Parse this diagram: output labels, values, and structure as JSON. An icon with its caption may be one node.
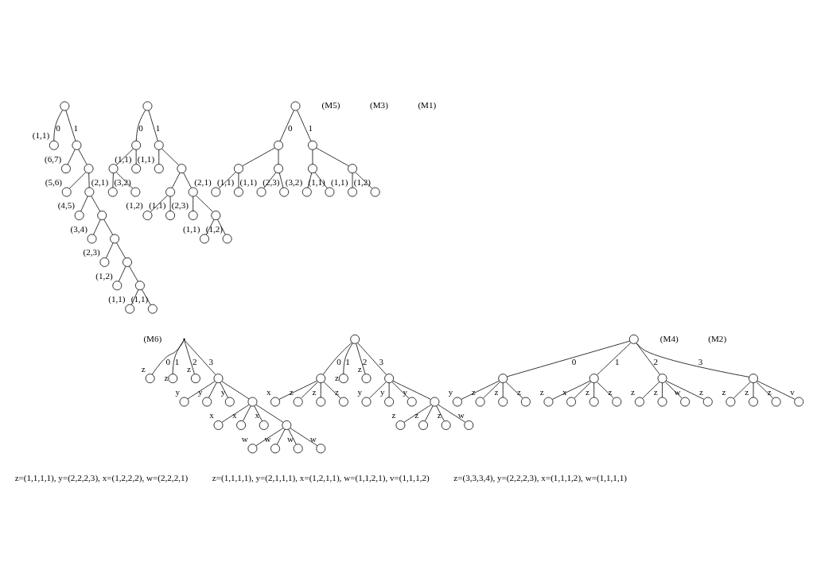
{
  "diagram": {
    "nodes": [
      {
        "text": [],
        "shape": "circle"
      },
      {
        "text": [],
        "shape": "circle",
        "beside": [
          "(1,1)"
        ]
      },
      {
        "text": [],
        "shape": "circle"
      },
      {
        "text": [],
        "shape": "circle",
        "beside": [
          "(6,7)"
        ]
      },
      {
        "text": [],
        "shape": "circle"
      },
      {
        "text": [],
        "shape": "circle",
        "beside": [
          "(5,6)"
        ]
      },
      {
        "text": [],
        "shape": "circle"
      },
      {
        "text": [],
        "shape": "circle",
        "beside": [
          "(4,5)"
        ]
      },
      {
        "text": [],
        "shape": "circle"
      },
      {
        "text": [],
        "shape": "circle",
        "beside": [
          "(3,4)"
        ]
      },
      {
        "text": [],
        "shape": "circle"
      },
      {
        "text": [],
        "shape": "circle",
        "beside": [
          "(2,3)"
        ]
      },
      {
        "text": [],
        "shape": "circle"
      },
      {
        "text": [],
        "shape": "circle",
        "beside": [
          "(1,2)"
        ]
      },
      {
        "text": [],
        "shape": "circle"
      },
      {
        "text": [],
        "shape": "circle",
        "beside": [
          "(1,1)"
        ]
      },
      {
        "text": [],
        "shape": "circle",
        "beside": [
          "(1,1)"
        ]
      },
      {
        "text": [],
        "shape": "circle"
      },
      {
        "text": [],
        "shape": "circle"
      },
      {
        "text": [],
        "shape": "circle"
      },
      {
        "text": [],
        "shape": "circle"
      },
      {
        "text": [],
        "shape": "circle",
        "beside": [
          "(1,1)"
        ]
      },
      {
        "text": [],
        "shape": "circle",
        "beside": [
          "(1,1)"
        ]
      },
      {
        "text": [],
        "shape": "circle"
      },
      {
        "text": [],
        "shape": "circle",
        "beside": [
          "(2,1)"
        ]
      },
      {
        "text": [],
        "shape": "circle",
        "beside": [
          "(3,2)"
        ]
      },
      {
        "text": [],
        "shape": "circle"
      },
      {
        "text": [],
        "shape": "circle"
      },
      {
        "text": [],
        "shape": "circle",
        "beside": [
          "(1,2)"
        ]
      },
      {
        "text": [],
        "shape": "circle",
        "beside": [
          "(1,1)"
        ]
      },
      {
        "text": [],
        "shape": "circle",
        "beside": [
          "(2,3)"
        ]
      },
      {
        "text": [],
        "shape": "circle"
      },
      {
        "text": [],
        "shape": "circle",
        "beside": [
          "(1,1)"
        ]
      },
      {
        "text": [],
        "shape": "circle",
        "beside": [
          "(1,2)"
        ]
      },
      {
        "text": [],
        "shape": "circle"
      },
      {
        "text": [],
        "shape": "circle"
      },
      {
        "text": [],
        "shape": "circle"
      },
      {
        "text": [],
        "shape": "circle"
      },
      {
        "text": [],
        "shape": "circle"
      },
      {
        "text": [],
        "shape": "circle"
      },
      {
        "text": [],
        "shape": "circle"
      },
      {
        "text": [],
        "shape": "circle",
        "beside": [
          "(2,1)"
        ]
      },
      {
        "text": [],
        "shape": "circle",
        "beside": [
          "(1,1)"
        ]
      },
      {
        "text": [],
        "shape": "circle",
        "beside": [
          "(1,1)"
        ]
      },
      {
        "text": [],
        "shape": "circle",
        "beside": [
          "(2,3)"
        ]
      },
      {
        "text": [],
        "shape": "circle",
        "beside": [
          "(3,2)"
        ]
      },
      {
        "text": [],
        "shape": "circle",
        "beside": [
          "(1,1)"
        ]
      },
      {
        "text": [],
        "shape": "circle",
        "beside": [
          "(1,1)"
        ]
      },
      {
        "text": [],
        "shape": "circle",
        "beside": [
          "(1,2)"
        ]
      },
      {
        "text": [],
        "shape": "point"
      },
      {
        "text": [],
        "shape": "circle",
        "beside": [
          "z"
        ]
      },
      {
        "text": [],
        "shape": "circle",
        "beside": [
          "z"
        ]
      },
      {
        "text": [],
        "shape": "circle",
        "beside": [
          "z"
        ]
      },
      {
        "text": [],
        "shape": "circle"
      },
      {
        "text": [],
        "shape": "circle",
        "beside": [
          "y"
        ]
      },
      {
        "text": [],
        "shape": "circle",
        "beside": [
          "y"
        ]
      },
      {
        "text": [],
        "shape": "circle",
        "beside": [
          "y"
        ]
      },
      {
        "text": [],
        "shape": "circle"
      },
      {
        "text": [],
        "shape": "circle",
        "beside": [
          "x"
        ]
      },
      {
        "text": [],
        "shape": "circle",
        "beside": [
          "x"
        ]
      },
      {
        "text": [],
        "shape": "circle",
        "beside": [
          "x"
        ]
      },
      {
        "text": [],
        "shape": "circle"
      },
      {
        "text": [],
        "shape": "circle",
        "beside": [
          "w"
        ]
      },
      {
        "text": [],
        "shape": "circle",
        "beside": [
          "w"
        ]
      },
      {
        "text": [],
        "shape": "circle",
        "beside": [
          "w"
        ]
      },
      {
        "text": [],
        "shape": "circle",
        "beside": [
          "w"
        ]
      },
      {
        "text": [],
        "shape": "circle"
      },
      {
        "text": [],
        "shape": "circle"
      },
      {
        "text": [],
        "shape": "circle",
        "beside": [
          "z"
        ]
      },
      {
        "text": [],
        "shape": "circle",
        "beside": [
          "z"
        ]
      },
      {
        "text": [],
        "shape": "circle"
      },
      {
        "text": [],
        "shape": "circle",
        "beside": [
          "x"
        ]
      },
      {
        "text": [],
        "shape": "circle",
        "beside": [
          "z"
        ]
      },
      {
        "text": [],
        "shape": "circle",
        "beside": [
          "z"
        ]
      },
      {
        "text": [],
        "shape": "circle",
        "beside": [
          "z"
        ]
      },
      {
        "text": [],
        "shape": "circle",
        "beside": [
          "y"
        ]
      },
      {
        "text": [],
        "shape": "circle",
        "beside": [
          "y"
        ]
      },
      {
        "text": [],
        "shape": "circle",
        "beside": [
          "y"
        ]
      },
      {
        "text": [],
        "shape": "circle"
      },
      {
        "text": [],
        "shape": "circle",
        "beside": [
          "z"
        ]
      },
      {
        "text": [],
        "shape": "circle",
        "beside": [
          "z"
        ]
      },
      {
        "text": [],
        "shape": "circle",
        "beside": [
          "z"
        ]
      },
      {
        "text": [],
        "shape": "circle",
        "beside": [
          "w"
        ]
      },
      {
        "text": [],
        "shape": "circle"
      },
      {
        "text": [],
        "shape": "circle"
      },
      {
        "text": [],
        "shape": "circle"
      },
      {
        "text": [],
        "shape": "circle"
      },
      {
        "text": [],
        "shape": "circle"
      },
      {
        "text": [],
        "shape": "circle",
        "beside": [
          "y"
        ]
      },
      {
        "text": [],
        "shape": "circle",
        "beside": [
          "z"
        ]
      },
      {
        "text": [],
        "shape": "circle",
        "beside": [
          "z"
        ]
      },
      {
        "text": [],
        "shape": "circle",
        "beside": [
          "z"
        ]
      },
      {
        "text": [],
        "shape": "circle",
        "beside": [
          "z"
        ]
      },
      {
        "text": [],
        "shape": "circle",
        "beside": [
          "x"
        ]
      },
      {
        "text": [],
        "shape": "circle",
        "beside": [
          "z"
        ]
      },
      {
        "text": [],
        "shape": "circle",
        "beside": [
          "z"
        ]
      },
      {
        "text": [],
        "shape": "circle",
        "beside": [
          "z"
        ]
      },
      {
        "text": [],
        "shape": "circle",
        "beside": [
          "z"
        ]
      },
      {
        "text": [],
        "shape": "circle",
        "beside": [
          "w"
        ]
      },
      {
        "text": [],
        "shape": "circle",
        "beside": [
          "z"
        ]
      },
      {
        "text": [],
        "shape": "circle",
        "beside": [
          "z"
        ]
      },
      {
        "text": [],
        "shape": "circle",
        "beside": [
          "z"
        ]
      },
      {
        "text": [],
        "shape": "circle",
        "beside": [
          "z"
        ]
      },
      {
        "text": [],
        "shape": "circle",
        "beside": [
          "v"
        ]
      }
    ],
    "edges": [
      {
        "from": 0,
        "to": 1,
        "arrow": "none",
        "label": "0"
      },
      {
        "from": 0,
        "to": 2,
        "arrow": "none",
        "label": "1"
      },
      {
        "from": 2,
        "to": 3,
        "arrow": "none"
      },
      {
        "from": 2,
        "to": 4,
        "arrow": "none"
      },
      {
        "from": 4,
        "to": 5,
        "arrow": "none"
      },
      {
        "from": 4,
        "to": 6,
        "arrow": "none"
      },
      {
        "from": 6,
        "to": 7,
        "arrow": "none"
      },
      {
        "from": 6,
        "to": 8,
        "arrow": "none"
      },
      {
        "from": 8,
        "to": 9,
        "arrow": "none"
      },
      {
        "from": 8,
        "to": 10,
        "arrow": "none"
      },
      {
        "from": 10,
        "to": 11,
        "arrow": "none"
      },
      {
        "from": 10,
        "to": 12,
        "arrow": "none"
      },
      {
        "from": 12,
        "to": 13,
        "arrow": "none"
      },
      {
        "from": 12,
        "to": 14,
        "arrow": "none"
      },
      {
        "from": 14,
        "to": 15,
        "arrow": "none"
      },
      {
        "from": 14,
        "to": 16,
        "arrow": "none"
      },
      {
        "from": 17,
        "to": 18,
        "arrow": "none",
        "label": "0"
      },
      {
        "from": 17,
        "to": 19,
        "arrow": "none",
        "label": "1"
      },
      {
        "from": 18,
        "to": 20,
        "arrow": "none"
      },
      {
        "from": 18,
        "to": 21,
        "arrow": "none"
      },
      {
        "from": 19,
        "to": 22,
        "arrow": "none"
      },
      {
        "from": 19,
        "to": 23,
        "arrow": "none"
      },
      {
        "from": 20,
        "to": 24,
        "arrow": "none"
      },
      {
        "from": 20,
        "to": 25,
        "arrow": "none"
      },
      {
        "from": 23,
        "to": 26,
        "arrow": "none"
      },
      {
        "from": 23,
        "to": 27,
        "arrow": "none"
      },
      {
        "from": 26,
        "to": 28,
        "arrow": "none"
      },
      {
        "from": 26,
        "to": 29,
        "arrow": "none"
      },
      {
        "from": 27,
        "to": 30,
        "arrow": "none"
      },
      {
        "from": 27,
        "to": 31,
        "arrow": "none"
      },
      {
        "from": 31,
        "to": 32,
        "arrow": "none"
      },
      {
        "from": 31,
        "to": 33,
        "arrow": "none"
      },
      {
        "from": 34,
        "to": 35,
        "arrow": "none",
        "label": "0"
      },
      {
        "from": 34,
        "to": 36,
        "arrow": "none",
        "label": "1"
      },
      {
        "from": 35,
        "to": 37,
        "arrow": "none"
      },
      {
        "from": 35,
        "to": 38,
        "arrow": "none"
      },
      {
        "from": 36,
        "to": 39,
        "arrow": "none"
      },
      {
        "from": 36,
        "to": 40,
        "arrow": "none"
      },
      {
        "from": 37,
        "to": 41,
        "arrow": "none"
      },
      {
        "from": 37,
        "to": 42,
        "arrow": "none"
      },
      {
        "from": 38,
        "to": 43,
        "arrow": "none"
      },
      {
        "from": 38,
        "to": 44,
        "arrow": "none"
      },
      {
        "from": 39,
        "to": 45,
        "arrow": "none"
      },
      {
        "from": 39,
        "to": 46,
        "arrow": "none"
      },
      {
        "from": 40,
        "to": 47,
        "arrow": "none"
      },
      {
        "from": 40,
        "to": 48,
        "arrow": "none"
      },
      {
        "from": 49,
        "to": 50,
        "arrow": "none",
        "label": "0"
      },
      {
        "from": 49,
        "to": 51,
        "arrow": "none",
        "label": "1"
      },
      {
        "from": 49,
        "to": 52,
        "arrow": "none",
        "label": "2"
      },
      {
        "from": 49,
        "to": 53,
        "arrow": "none",
        "label": "3"
      },
      {
        "from": 53,
        "to": 54,
        "arrow": "none"
      },
      {
        "from": 53,
        "to": 55,
        "arrow": "none"
      },
      {
        "from": 53,
        "to": 56,
        "arrow": "none"
      },
      {
        "from": 53,
        "to": 57,
        "arrow": "none"
      },
      {
        "from": 57,
        "to": 58,
        "arrow": "none"
      },
      {
        "from": 57,
        "to": 59,
        "arrow": "none"
      },
      {
        "from": 57,
        "to": 60,
        "arrow": "none"
      },
      {
        "from": 57,
        "to": 61,
        "arrow": "none"
      },
      {
        "from": 61,
        "to": 62,
        "arrow": "none"
      },
      {
        "from": 61,
        "to": 63,
        "arrow": "none"
      },
      {
        "from": 61,
        "to": 64,
        "arrow": "none"
      },
      {
        "from": 61,
        "to": 65,
        "arrow": "none"
      },
      {
        "from": 66,
        "to": 67,
        "arrow": "none",
        "label": "0"
      },
      {
        "from": 66,
        "to": 68,
        "arrow": "none",
        "label": "1"
      },
      {
        "from": 66,
        "to": 69,
        "arrow": "none",
        "label": "2"
      },
      {
        "from": 66,
        "to": 70,
        "arrow": "none",
        "label": "3"
      },
      {
        "from": 67,
        "to": 71,
        "arrow": "none"
      },
      {
        "from": 67,
        "to": 72,
        "arrow": "none"
      },
      {
        "from": 67,
        "to": 73,
        "arrow": "none"
      },
      {
        "from": 67,
        "to": 74,
        "arrow": "none"
      },
      {
        "from": 70,
        "to": 75,
        "arrow": "none"
      },
      {
        "from": 70,
        "to": 76,
        "arrow": "none"
      },
      {
        "from": 70,
        "to": 77,
        "arrow": "none"
      },
      {
        "from": 70,
        "to": 78,
        "arrow": "none"
      },
      {
        "from": 78,
        "to": 79,
        "arrow": "none"
      },
      {
        "from": 78,
        "to": 80,
        "arrow": "none"
      },
      {
        "from": 78,
        "to": 81,
        "arrow": "none"
      },
      {
        "from": 78,
        "to": 82,
        "arrow": "none"
      },
      {
        "from": 83,
        "to": 84,
        "arrow": "none",
        "label": "0"
      },
      {
        "from": 83,
        "to": 85,
        "arrow": "none",
        "label": "1"
      },
      {
        "from": 83,
        "to": 86,
        "arrow": "none",
        "label": "2"
      },
      {
        "from": 83,
        "to": 87,
        "arrow": "none",
        "label": "3"
      },
      {
        "from": 84,
        "to": 88,
        "arrow": "none"
      },
      {
        "from": 84,
        "to": 89,
        "arrow": "none"
      },
      {
        "from": 84,
        "to": 90,
        "arrow": "none"
      },
      {
        "from": 84,
        "to": 91,
        "arrow": "none"
      },
      {
        "from": 85,
        "to": 92,
        "arrow": "none"
      },
      {
        "from": 85,
        "to": 93,
        "arrow": "none"
      },
      {
        "from": 85,
        "to": 94,
        "arrow": "none"
      },
      {
        "from": 85,
        "to": 95,
        "arrow": "none"
      },
      {
        "from": 86,
        "to": 96,
        "arrow": "none"
      },
      {
        "from": 86,
        "to": 97,
        "arrow": "none"
      },
      {
        "from": 86,
        "to": 98,
        "arrow": "none"
      },
      {
        "from": 86,
        "to": 99,
        "arrow": "none"
      },
      {
        "from": 87,
        "to": 100,
        "arrow": "none"
      },
      {
        "from": 87,
        "to": 101,
        "arrow": "none"
      },
      {
        "from": 87,
        "to": 102,
        "arrow": "none"
      },
      {
        "from": 87,
        "to": 103,
        "arrow": "none"
      }
    ],
    "labels": [
      "(M5)",
      "(M3)",
      "(M1)",
      "(M6)",
      "(M4)",
      "(M2)",
      "z=(1,1,1,1), y=(2,2,2,3), x=(1,2,2,2), w=(2,2,2,1)",
      "z=(1,1,1,1), y=(2,1,1,1), x=(1,2,1,1), w=(1,1,2,1), v=(1,1,1,2)",
      "z=(3,3,3,4), y=(2,2,2,3), x=(1,1,1,2), w=(1,1,1,1)"
    ]
  }
}
